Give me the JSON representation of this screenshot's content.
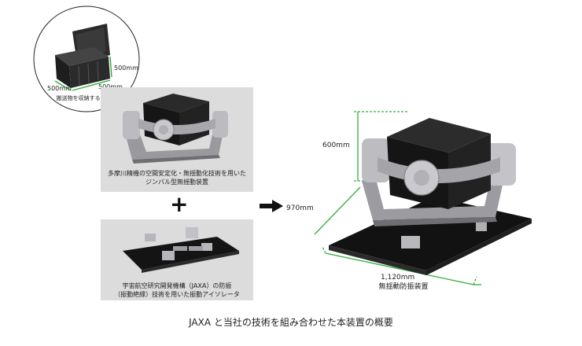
{
  "case_callout": {
    "dim_height": "500mm",
    "dim_width": "500mm",
    "dim_depth": "500mm",
    "caption": "搬送物を収納するケース"
  },
  "gimbal_panel": {
    "caption_line1": "多摩川精機の空間安定化・無揺動化技術を用いた",
    "caption_line2": "ジンバル型無揺動装置"
  },
  "isolator_panel": {
    "caption_line1": "宇宙航空研究開発機構（JAXA）の防振",
    "caption_line2": "（振動絶縁）技術を用いた振動アイソレータ"
  },
  "plus_symbol": "+",
  "product": {
    "dim_height": "600mm",
    "dim_depth": "970mm",
    "dim_width": "1,120mm",
    "caption": "無揺動防振装置"
  },
  "footer_caption": "JAXA と当社の技術を組み合わせた本装置の概要",
  "colors": {
    "panel_bg": "#dcdcdc",
    "dimension_green": "#2fae3a",
    "machine_dark": "#1b1b1b",
    "metal": "#a9a9ad"
  }
}
